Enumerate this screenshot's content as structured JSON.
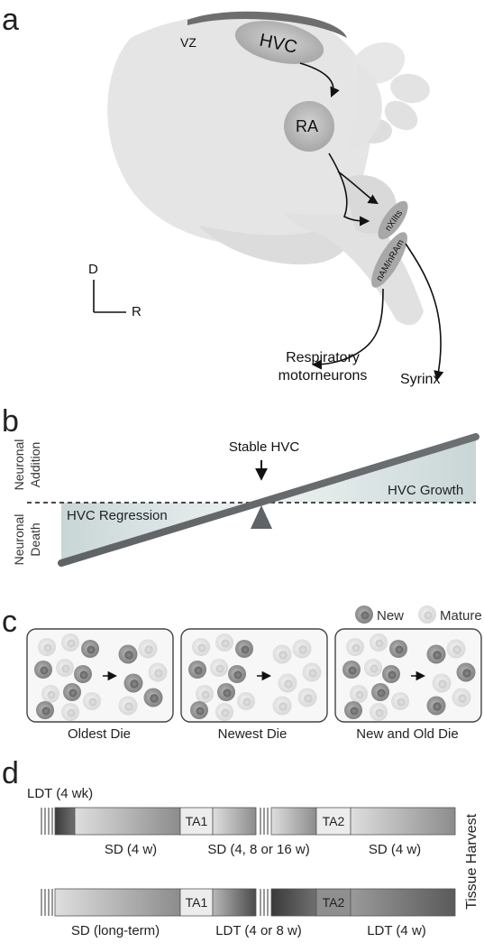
{
  "panels": {
    "a": {
      "letter": "a",
      "labels": {
        "vz": "VZ",
        "hvc": "HVC",
        "ra": "RA",
        "nxiits": "nXIIts",
        "nam": "nAM/nRAm",
        "d": "D",
        "r": "R",
        "resp1": "Respiratory",
        "resp2": "motorneurons",
        "syrinx": "Syrinx"
      }
    },
    "b": {
      "letter": "b",
      "labels": {
        "addition1": "Neuronal",
        "addition2": "Addition",
        "death1": "Neuronal",
        "death2": "Death",
        "stable": "Stable HVC",
        "growth": "HVC Growth",
        "regression": "HVC Regression"
      }
    },
    "c": {
      "letter": "c",
      "legend": {
        "new": "New",
        "mature": "Mature"
      },
      "boxes": [
        "Oldest Die",
        "Newest Die",
        "New and Old Die"
      ]
    },
    "d": {
      "letter": "d",
      "ldt_top": "LDT (4 wk)",
      "tissue": "Tissue Harvest",
      "row1": {
        "ta1": "TA1",
        "ta2": "TA2",
        "labels": [
          "SD (4 w)",
          "SD (4, 8 or 16 w)",
          "SD (4 w)"
        ]
      },
      "row2": {
        "ta1": "TA1",
        "ta2": "TA2",
        "labels": [
          "SD (long-term)",
          "LDT (4 or 8 w)",
          "LDT (4 w)"
        ]
      }
    }
  }
}
